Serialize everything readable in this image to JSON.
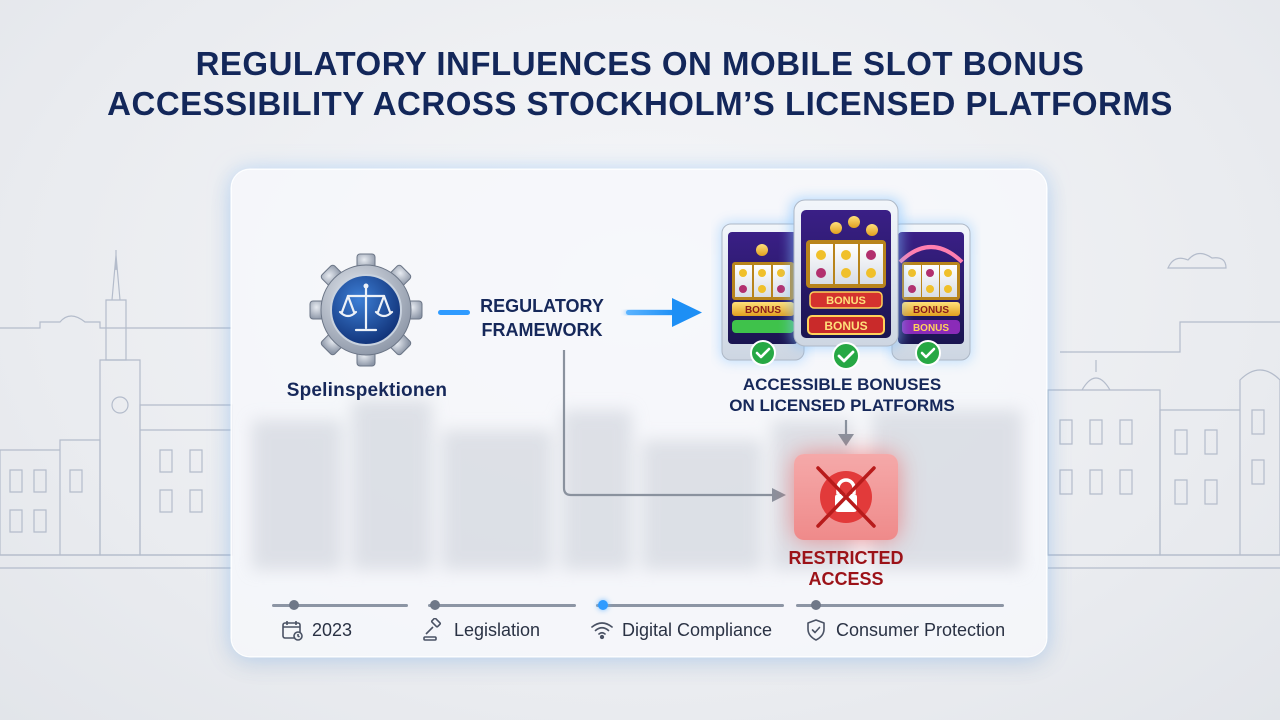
{
  "title": {
    "line1": "REGULATORY INFLUENCES ON MOBILE SLOT BONUS",
    "line2": "ACCESSIBILITY ACROSS STOCKHOLM’S LICENSED PLATFORMS"
  },
  "authority": {
    "name": "Spelinspektionen",
    "icon": "scales-gear-icon"
  },
  "framework": {
    "line1": "REGULATORY",
    "line2": "FRAMEWORK"
  },
  "phones": [
    {
      "bonus_label": "BONUS",
      "check_icon": "check-icon"
    },
    {
      "bonus_label": "BONUS",
      "bonus_label_2": "BONUS",
      "check_icon": "check-icon"
    },
    {
      "bonus_label": "BONUS",
      "bonus_label_2": "BONUS",
      "check_icon": "check-icon"
    }
  ],
  "accessible": {
    "line1": "ACCESSIBLE BONUSES",
    "line2": "ON LICENSED PLATFORMS"
  },
  "restricted": {
    "line1": "RESTRICTED",
    "line2": "ACCESS",
    "icon": "lock-crossed-icon"
  },
  "timeline": [
    {
      "label": "2023",
      "icon": "calendar-icon"
    },
    {
      "label": "Legislation",
      "icon": "gavel-icon"
    },
    {
      "label": "Digital Compliance",
      "icon": "wifi-icon"
    },
    {
      "label": "Consumer Protection",
      "icon": "shield-check-icon"
    }
  ],
  "colors": {
    "navy": "#13275a",
    "arrow_blue": "#1d8ff5",
    "check_green": "#27a844",
    "restricted_red": "#e23a3a",
    "connector_gray": "#8a929e"
  }
}
